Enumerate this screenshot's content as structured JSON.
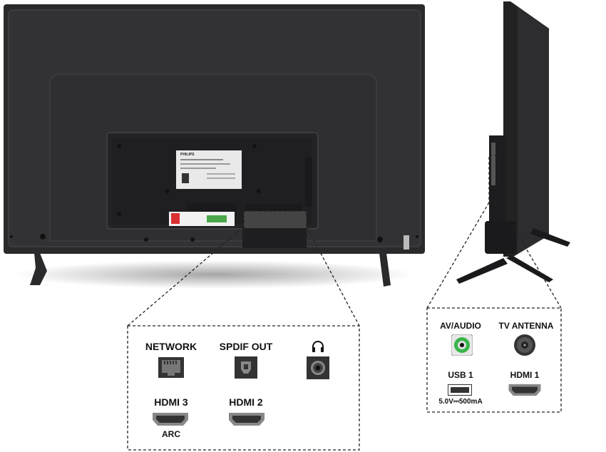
{
  "brand": "PHILIPS",
  "rear_panel": {
    "network": "NETWORK",
    "spdif_out": "SPDIF OUT",
    "hdmi3": "HDMI 3",
    "hdmi3_sub": "ARC",
    "hdmi2": "HDMI 2"
  },
  "side_panel": {
    "av_audio": "AV/AUDIO",
    "tv_antenna": "TV ANTENNA",
    "usb1": "USB 1",
    "usb1_spec": "5.0V⎓500mA",
    "hdmi1": "HDMI 1"
  },
  "icons": {
    "network": "ethernet-port-icon",
    "spdif": "optical-port-icon",
    "headphone": "headphone-icon",
    "av": "av-jack-icon",
    "antenna": "antenna-port-icon",
    "usb": "usb-port-icon",
    "hdmi": "hdmi-port-icon"
  },
  "colors": {
    "tv_body": "#2b2b2d",
    "av_green": "#38b54a"
  }
}
